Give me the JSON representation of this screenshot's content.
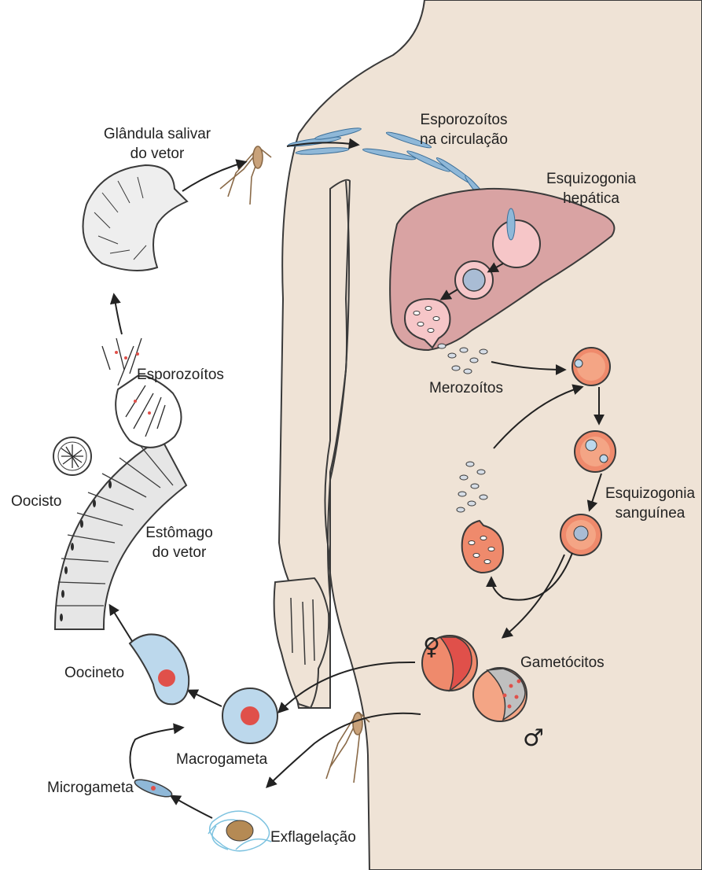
{
  "labels": {
    "salivary_gland_line1": "Glândula salivar",
    "salivary_gland_line2": "do vetor",
    "sporozoites_circ_line1": "Esporozoítos",
    "sporozoites_circ_line2": "na circulação",
    "liver_schizogony_line1": "Esquizogonia",
    "liver_schizogony_line2": "hepática",
    "sporozoites": "Esporozoítos",
    "merozoites": "Merozoítos",
    "oocyst": "Oocisto",
    "stomach_line1": "Estômago",
    "stomach_line2": "do vetor",
    "blood_schizogony_line1": "Esquizogonia",
    "blood_schizogony_line2": "sanguínea",
    "gametocytes": "Gametócitos",
    "ookinete": "Oocineto",
    "macrogamete": "Macrogameta",
    "microgamete": "Microgameta",
    "exflagellation": "Exflagelação"
  },
  "symbols": {
    "female": "♀",
    "male": "♂"
  },
  "colors": {
    "body_skin": "#efe3d6",
    "liver": "#d9a3a3",
    "hepatic_cell": "#f6c6c8",
    "red_cell": "#ef8a6c",
    "red_cell_inner": "#f4a585",
    "vector_stage_blue": "#bcd8ec",
    "nucleus_red": "#e0504a",
    "stomach_gray": "#e6e6e6",
    "parasite_blue": "#8fb8d8"
  }
}
